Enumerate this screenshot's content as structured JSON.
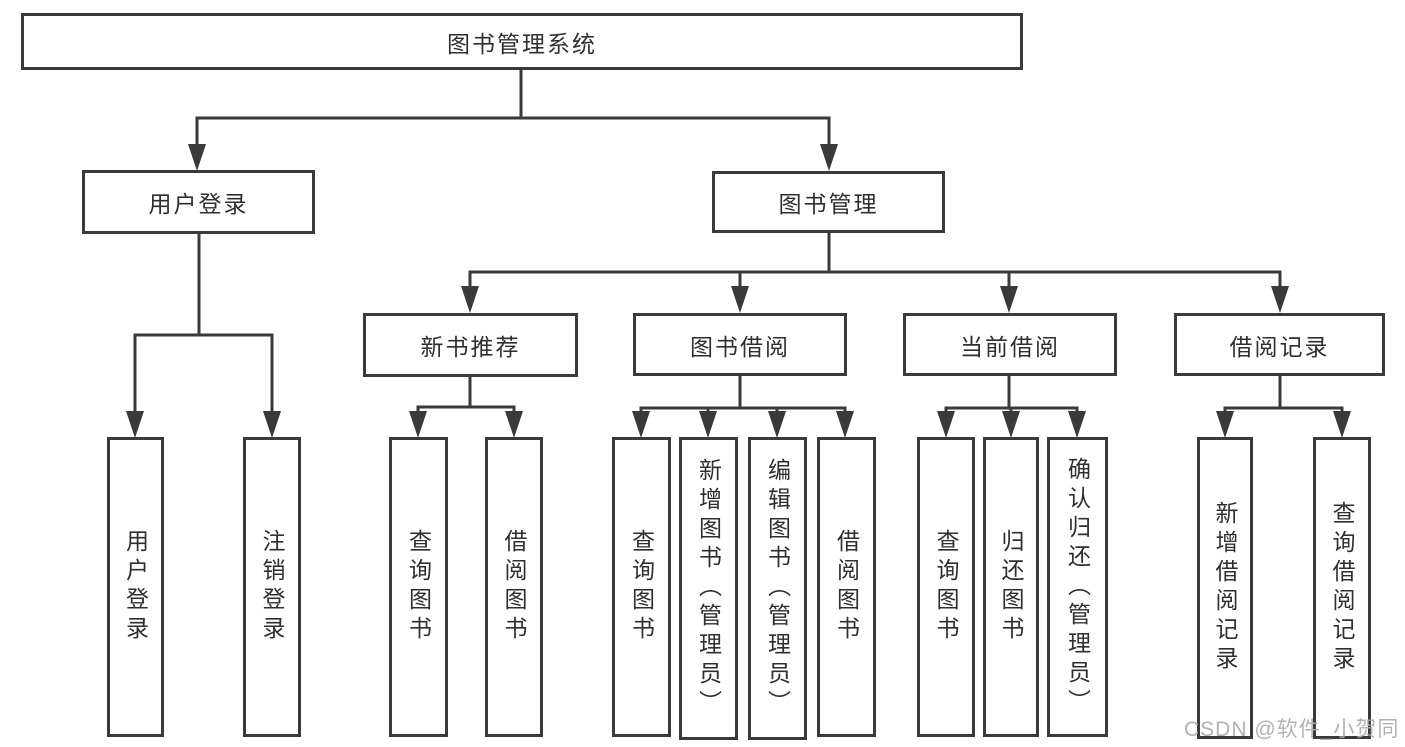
{
  "diagram": {
    "root_label": "图书管理系统",
    "level2": {
      "user": "用户登录",
      "book": "图书管理"
    },
    "level3": {
      "recommend": "新书推荐",
      "borrow": "图书借阅",
      "current": "当前借阅",
      "records": "借阅记录"
    },
    "leaves": {
      "user": [
        "用户登录",
        "注销登录"
      ],
      "recommend": [
        "查询图书",
        "借阅图书"
      ],
      "borrow": [
        "查询图书",
        "新增图书（管理员）",
        "编辑图书（管理员）",
        "借阅图书"
      ],
      "current": [
        "查询图书",
        "归还图书",
        "确认归还（管理员）"
      ],
      "records": [
        "新增借阅记录",
        "查询借阅记录"
      ]
    }
  },
  "watermark": "CSDN @软件_小贺同学",
  "colors": {
    "line": "#3a3a3a",
    "text": "#2f2f2f",
    "watermark": "#ababab",
    "background": "#ffffff"
  }
}
